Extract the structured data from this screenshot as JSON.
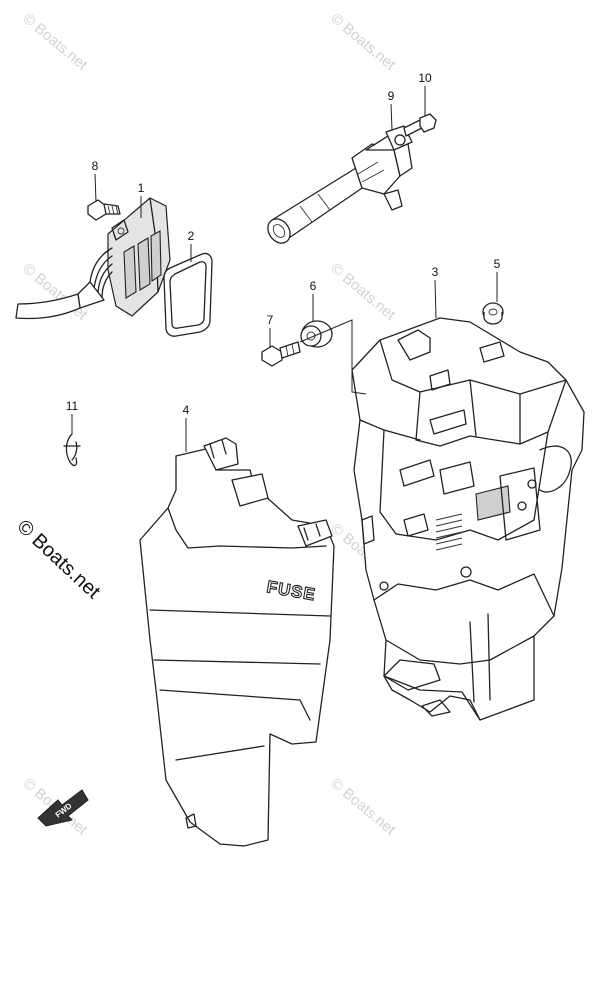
{
  "watermark": {
    "text": "© Boats.net",
    "prominent_text": "© Boats.net"
  },
  "labels": {
    "fuse": "FUSE",
    "fwd": "FWD"
  },
  "callouts": [
    {
      "id": "c1",
      "text": "1"
    },
    {
      "id": "c2",
      "text": "2"
    },
    {
      "id": "c3",
      "text": "3"
    },
    {
      "id": "c4",
      "text": "4"
    },
    {
      "id": "c5",
      "text": "5"
    },
    {
      "id": "c6",
      "text": "6"
    },
    {
      "id": "c7",
      "text": "7"
    },
    {
      "id": "c8",
      "text": "8"
    },
    {
      "id": "c9",
      "text": "9"
    },
    {
      "id": "c10",
      "text": "10"
    },
    {
      "id": "c11",
      "text": "11"
    }
  ]
}
